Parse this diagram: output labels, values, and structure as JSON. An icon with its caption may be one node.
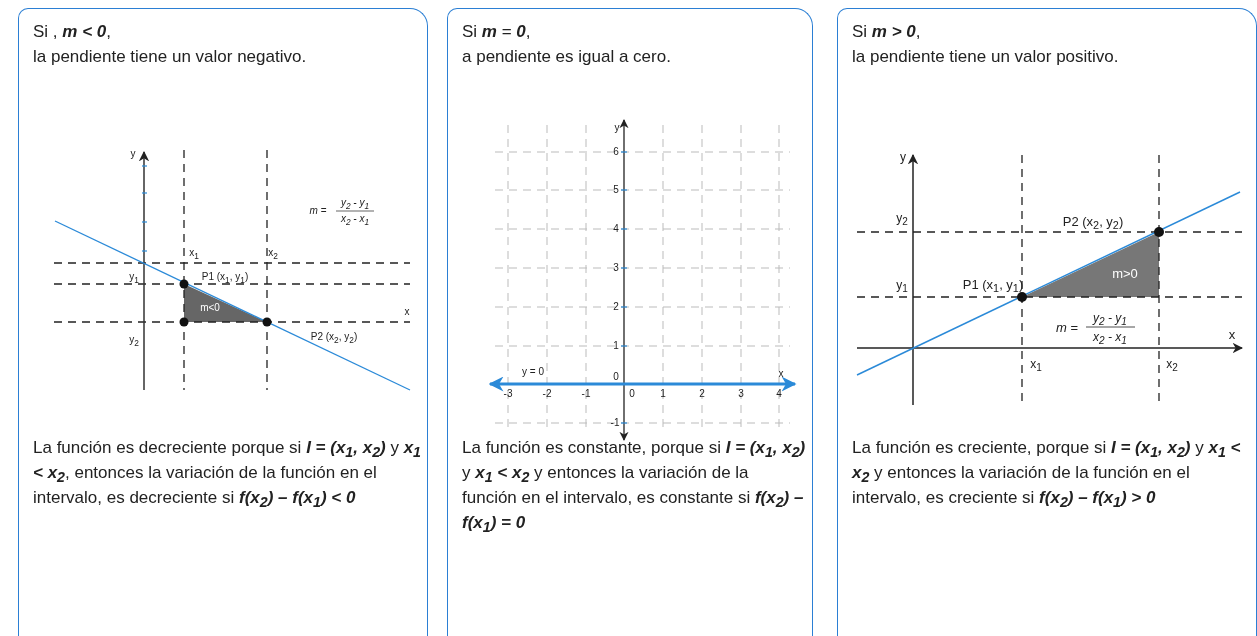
{
  "diagram": {
    "nodes": [
      {
        "text": [
          "Si , **m < 0**,",
          "la pendiente tiene un valor negativo.",
          "La función es decreciente porque si **I = (x$_{1}$, x$_{2}$)** y **x$_{1}$ < x$_{2}$**, entonces la variación de la función en el intervalo, es decreciente si **f(x$_{2}$) – f(x$_{1}$) < 0**"
        ]
      },
      {
        "text": [
          "Si **m** = **0**,",
          "a pendiente es igual a cero.",
          "La función es constante, porque si **I = (x$_{1}$, x$_{2}$)** y **x$_{1}$ < x$_{2}$** y entonces la variación de la función en el intervalo, es constante si **f(x$_{2}$) – f(x$_{1}$) = 0**"
        ]
      },
      {
        "text": [
          "Si **m > 0**,",
          "la pendiente tiene un valor positivo.",
          "La función es creciente, porque si **I = (x$_{1}$, x$_{2}$)** y **x$_{1}$ < x$_{2}$** y entonces la variación de la función en el intervalo, es creciente si **f(x$_{2}$) – f(x$_{1}$) > 0**"
        ]
      }
    ],
    "labels": [
      "y",
      "*m* =",
      "*y$_{2}$ - y$_{1}$*",
      "*x$_{2}$ - x$_{1}$*",
      "x$_{1}$",
      "x$_{2}$",
      "y$_{1}$",
      "P1 (x$_{1}$, y$_{1}$)",
      "m<0",
      "x",
      "y$_{2}$",
      "P2 (x$_{2}$, y$_{2}$)",
      "y",
      "6",
      "5",
      "4",
      "3",
      "2",
      "1",
      "y = 0",
      "0",
      "x",
      "-3",
      "-2",
      "-1",
      "0",
      "1",
      "2",
      "3",
      "4",
      "-1",
      "y",
      "y$_{2}$",
      "P2 (x$_{2}$, y$_{2}$)",
      "m>0",
      "y$_{1}$",
      "P1 (x$_{1}$, y$_{1}$)",
      "*m* =",
      "*y$_{2}$ - y$_{1}$*",
      "*x$_{2}$ - x$_{1}$*",
      "x",
      "x$_{1}$",
      "x$_{2}$"
    ]
  }
}
